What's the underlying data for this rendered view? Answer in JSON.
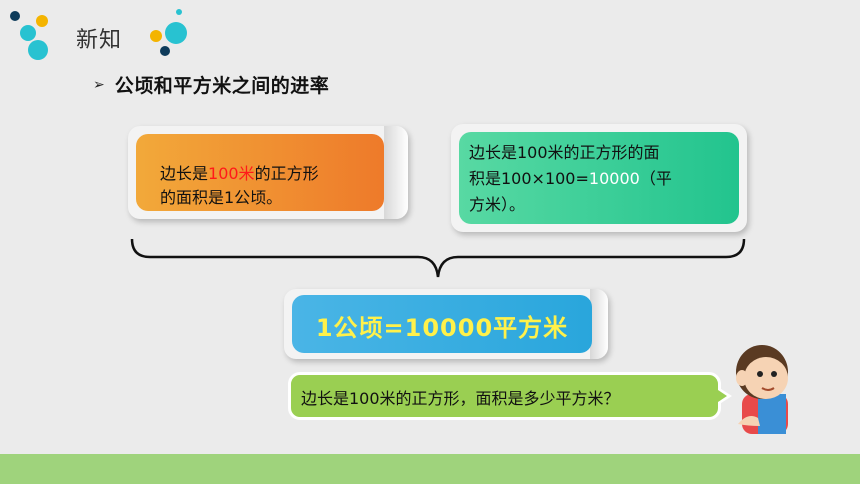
{
  "header": {
    "title": "新知",
    "subtitle": "公顷和平方米之间的进率",
    "arrow_icon": "➢"
  },
  "cards": {
    "card1": {
      "pre": "边长是",
      "highlight": "100米",
      "mid": "的正方形",
      "line2": "的面积是1公顷。"
    },
    "card2": {
      "line1": "边长是100米的正方形的面",
      "line2_pre": "积是100×100=",
      "line2_highlight": "10000",
      "line2_post": "（平",
      "line3": "方米）。"
    },
    "result": "1公顷=10000平方米"
  },
  "question": "边长是100米的正方形，面积是多少平方米？",
  "colors": {
    "orange": "#ee7a2a",
    "green": "#22c48e",
    "blue": "#29a6dc",
    "bubble": "#9acf52",
    "footer": "#9fd37c",
    "highlight_red": "#ff1a1a",
    "result_yellow": "#fff14a"
  }
}
